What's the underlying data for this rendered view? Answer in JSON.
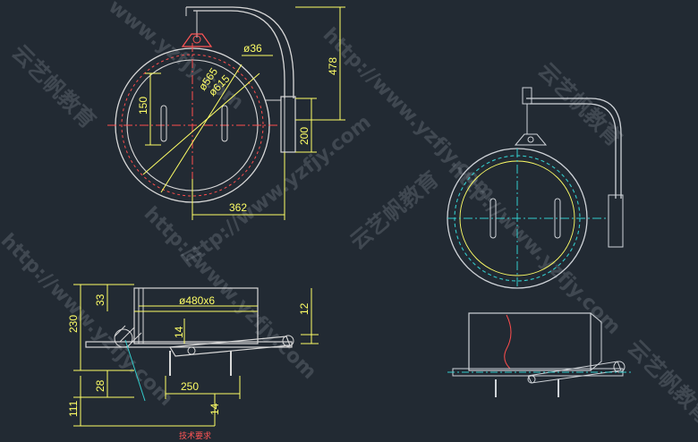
{
  "dimensions": {
    "d36": "ø36",
    "d565": "ø565",
    "d615": "ø615",
    "v478": "478",
    "v150": "150",
    "v200": "200",
    "h362": "362",
    "d480x6": "ø480x6",
    "v230": "230",
    "v33": "33",
    "v12": "12",
    "v14a": "14",
    "v28": "28",
    "h250": "250",
    "v111": "111",
    "v14b": "14"
  },
  "watermarks": {
    "url": "http://www.yzfjy.com",
    "brand": "云艺帆教育",
    "partial_top": "www.yzfjy.com"
  },
  "note_text": "技术要求",
  "colors": {
    "background": "#222a33",
    "drawing_line": "#d8d8d8",
    "dimension": "#ffff66",
    "center_line": "#ff4d4d",
    "inner_circle": "#ffff66",
    "hatch_cyan": "#33cccc",
    "leader_cyan": "#33cccc",
    "side_view_lines": "#cfd3d8"
  }
}
